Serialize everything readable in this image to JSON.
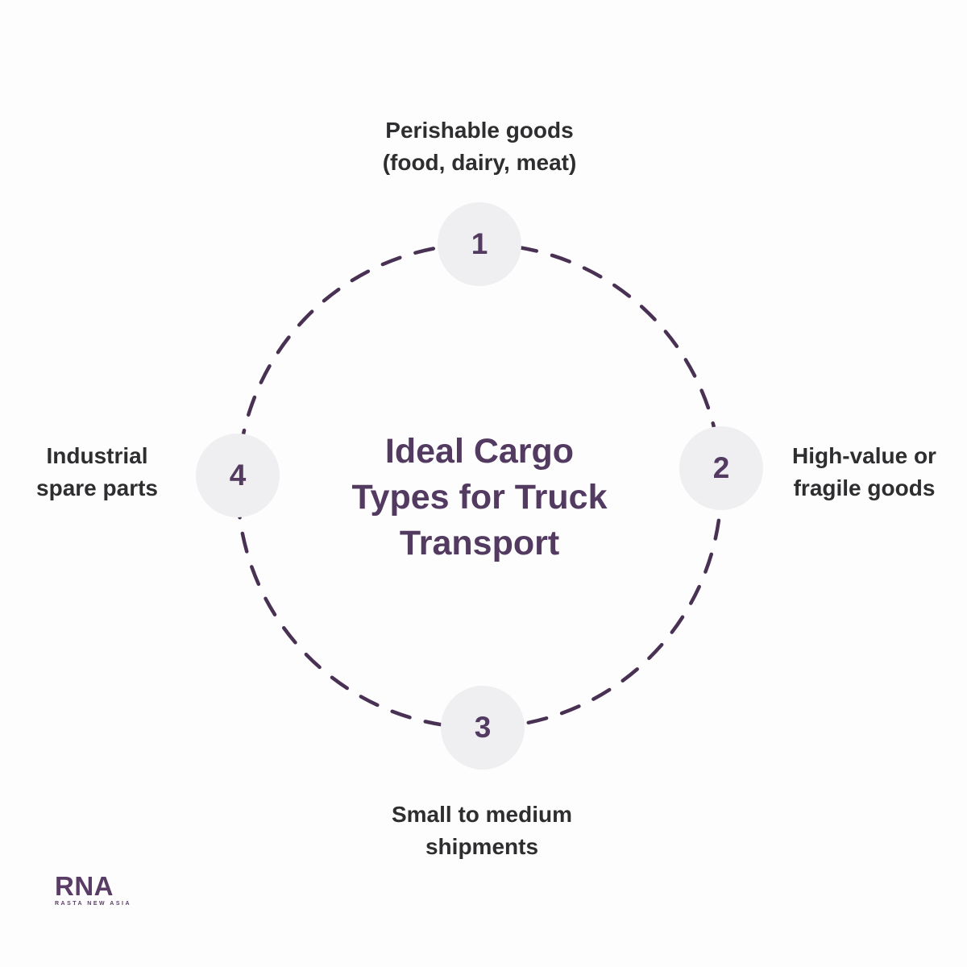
{
  "title": {
    "lines": [
      "Ideal Cargo",
      "Types for Truck",
      "Transport"
    ]
  },
  "nodes": [
    {
      "number": "1",
      "position": "top",
      "label_lines": [
        "Perishable goods",
        "(food, dairy, meat)"
      ]
    },
    {
      "number": "2",
      "position": "right",
      "label_lines": [
        "High-value or",
        "fragile goods"
      ]
    },
    {
      "number": "3",
      "position": "bottom",
      "label_lines": [
        "Small to medium",
        "shipments"
      ]
    },
    {
      "number": "4",
      "position": "left",
      "label_lines": [
        "Industrial",
        "spare parts"
      ]
    }
  ],
  "logo": {
    "text": "RNA",
    "tagline": "RASTA NEW ASIA"
  },
  "colors": {
    "accent": "#533A60",
    "dash": "#483153",
    "node": "#EFEEF0",
    "text": "#2E2E30",
    "bg": "#FDFDFD",
    "logo": "#5A3D66"
  }
}
